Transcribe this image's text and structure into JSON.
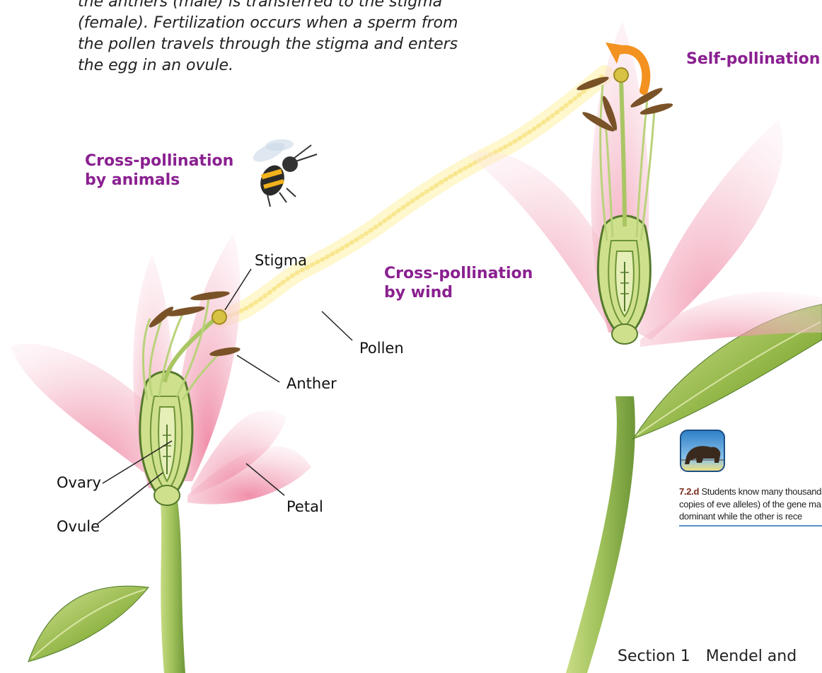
{
  "intro_text": "the anthers (male) is transferred to the stigma (female). Fertilization occurs when a sperm from the pollen travels through the stigma and enters the egg in an ovule.",
  "headings": {
    "cross_animals": "Cross-pollination\nby animals",
    "cross_wind": "Cross-pollination\nby wind",
    "self": "Self-pollination"
  },
  "labels": {
    "stigma": "Stigma",
    "pollen": "Pollen",
    "anther": "Anther",
    "ovary": "Ovary",
    "ovule": "Ovule",
    "petal": "Petal"
  },
  "standard": {
    "code": "7.2.d",
    "text": "Students know many thousands of dif have two copies of eve alleles) of the gene ma one may be dominant while the other is rece"
  },
  "footer": {
    "section": "Section 1",
    "title": "Mendel and"
  },
  "icons": {
    "standard": "california-bear-icon",
    "insect": "bee-icon",
    "arrow": "curved-arrow-icon"
  },
  "colors": {
    "heading": "#8a2090",
    "petal": "#f4b7c6",
    "stem": "#8fb443",
    "arrow": "#f39220",
    "rule": "#5a8fc6"
  }
}
